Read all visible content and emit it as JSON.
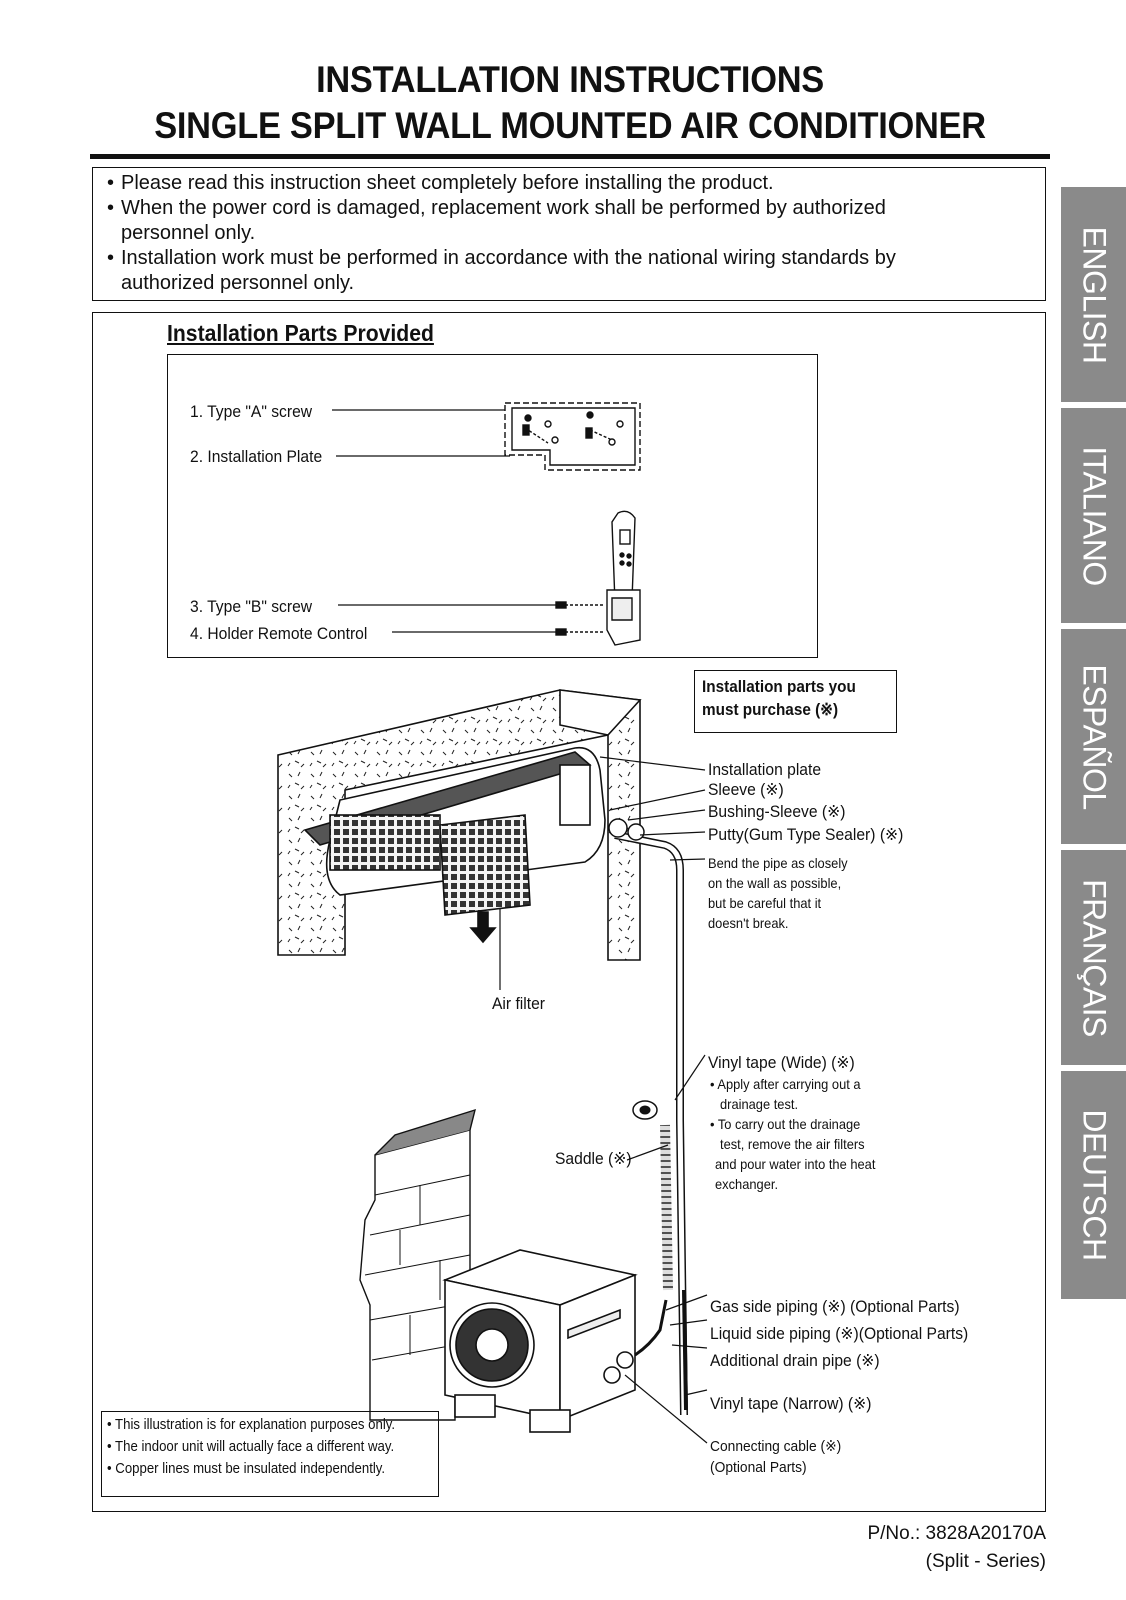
{
  "header": {
    "title_line1": "INSTALLATION INSTRUCTIONS",
    "title_line2": "SINGLE SPLIT WALL MOUNTED AIR CONDITIONER"
  },
  "notices": [
    "Please read this instruction sheet completely before installing the product.",
    "When the power cord is damaged, replacement work shall be performed by authorized personnel only.",
    "Installation work must be performed in accordance with the national wiring standards by authorized personnel only."
  ],
  "parts_provided": {
    "title": "Installation Parts Provided",
    "items": [
      "1. Type \"A\" screw",
      "2. Installation Plate",
      "3. Type \"B\" screw",
      "4. Holder Remote Control"
    ]
  },
  "purchase_box": {
    "line1": "Installation parts you",
    "line2": "must purchase (※)"
  },
  "callouts": {
    "installation_plate": "Installation plate",
    "sleeve": "Sleeve (※)",
    "bushing_sleeve": "Bushing-Sleeve (※)",
    "putty": "Putty(Gum Type Sealer) (※)",
    "bend_note": [
      "Bend the pipe as closely",
      "on the wall as possible,",
      "but be careful that it",
      "doesn't break."
    ],
    "air_filter": "Air filter",
    "vinyl_tape_wide": "Vinyl tape (Wide) (※)",
    "vinyl_tape_notes": [
      "• Apply after carrying out a",
      "drainage test.",
      "• To carry out the drainage",
      "test, remove the air filters",
      "and pour water into the heat",
      "exchanger."
    ],
    "saddle": "Saddle (※)",
    "gas_piping": "Gas side piping (※) (Optional Parts)",
    "liquid_piping": "Liquid side piping (※)(Optional Parts)",
    "drain_pipe": "Additional drain pipe (※)",
    "vinyl_tape_narrow": "Vinyl tape (Narrow) (※)",
    "connecting_cable": "Connecting cable (※)",
    "connecting_cable_sub": "(Optional Parts)"
  },
  "illustration_notes": [
    "• This illustration is for explanation purposes only.",
    "• The indoor unit will actually face a different way.",
    "• Copper lines must be insulated independently."
  ],
  "footer": {
    "part_number": "P/No.: 3828A20170A",
    "series": "(Split - Series)"
  },
  "language_tabs": [
    "ENGLISH",
    "ITALIANO",
    "ESPAÑOL",
    "FRANÇAIS",
    "DEUTSCH"
  ],
  "colors": {
    "tab_background": "#8a8a8a",
    "ink": "#111111"
  }
}
